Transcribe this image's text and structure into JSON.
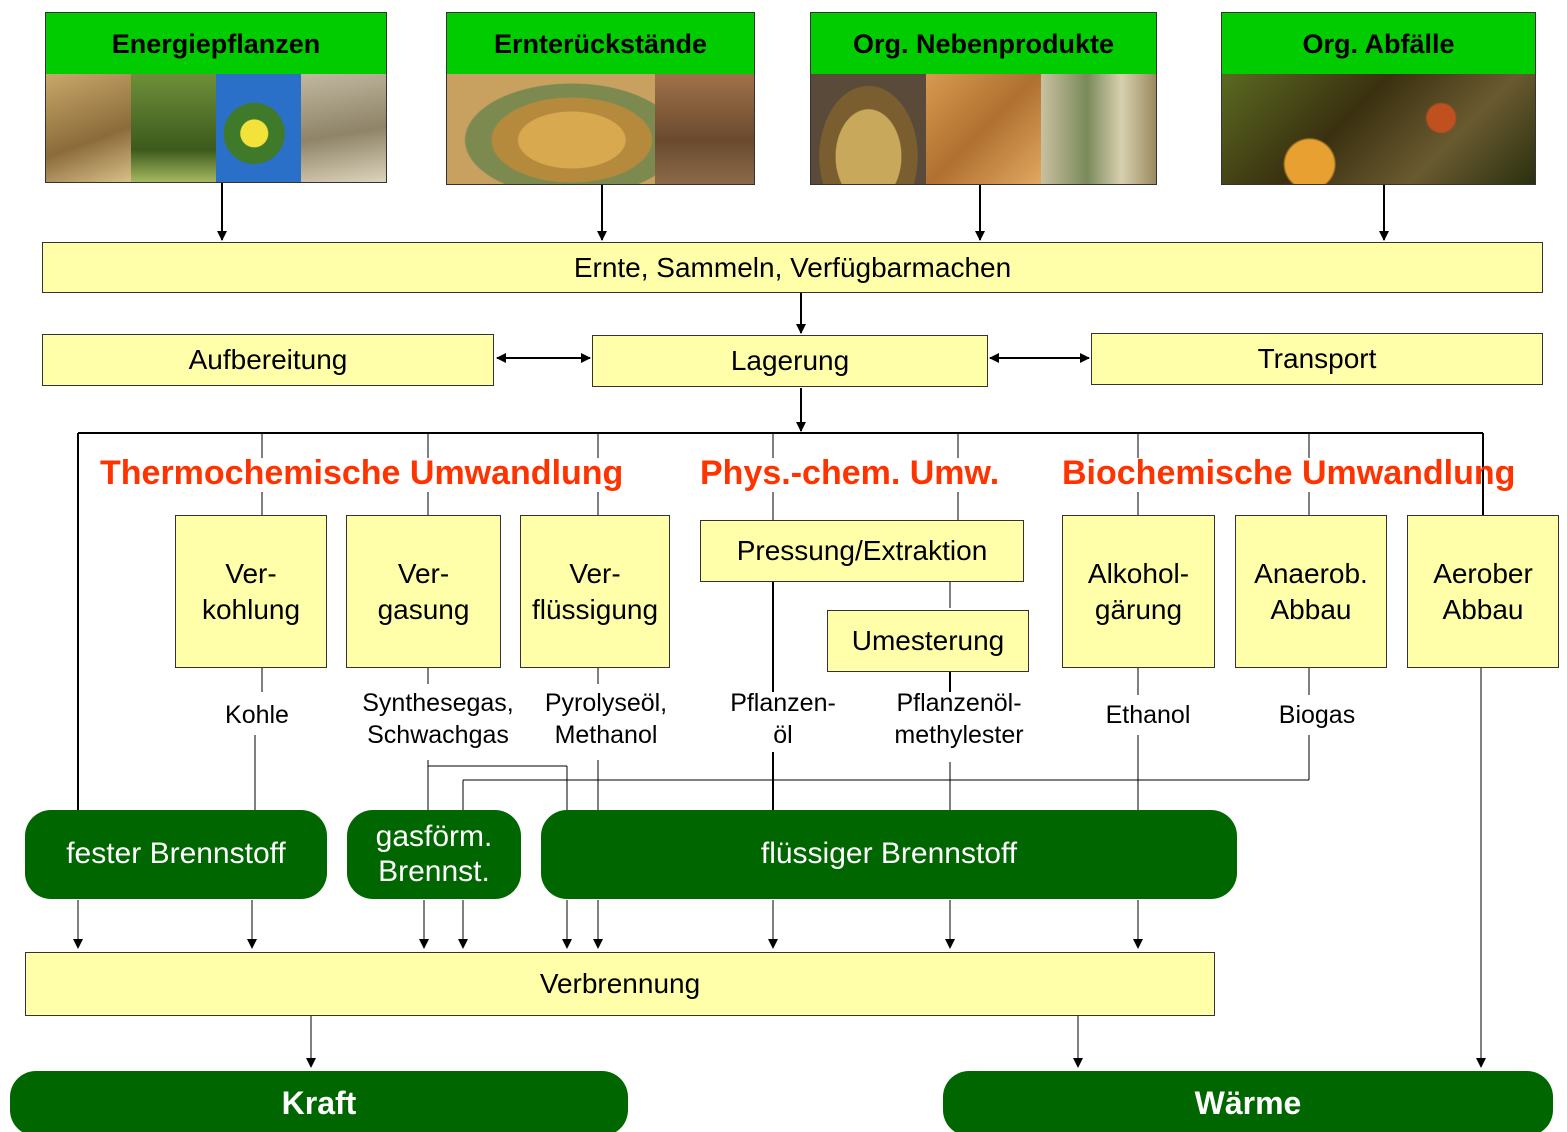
{
  "sources": [
    {
      "label": "Energiepflanzen",
      "photo_icon": "photo-wheat-maize-rapeseed-reed"
    },
    {
      "label": "Ernterückstände",
      "photo_icon": "photo-straw-bale-woodpile"
    },
    {
      "label": "Org. Nebenprodukte",
      "photo_icon": "photo-straw-chips-stalks"
    },
    {
      "label": "Org. Abfälle",
      "photo_icon": "photo-compost-waste"
    }
  ],
  "collection": "Ernte, Sammeln, Verfügbarmachen",
  "logistics": {
    "left": "Aufbereitung",
    "center": "Lagerung",
    "right": "Transport"
  },
  "categories": {
    "thermo": "Thermochemische Umwandlung",
    "phys": "Phys.-chem. Umw.",
    "bio": "Biochemische Umwandlung"
  },
  "processes": {
    "verkohlung": "Ver-\nkohlung",
    "vergasung": "Ver-\ngasung",
    "verfluessigung": "Ver-\nflüssigung",
    "pressung": "Pressung/Extraktion",
    "umesterung": "Umesterung",
    "alkohol": "Alkohol-\ngärung",
    "anaerob": "Anaerob.\nAbbau",
    "aerob": "Aerober\nAbbau"
  },
  "products": {
    "kohle": "Kohle",
    "synthesegas": "Synthesegas,\nSchwachgas",
    "pyrolyseoel": "Pyrolyseöl,\nMethanol",
    "pflanzenoel": "Pflanzen-\nöl",
    "pme": "Pflanzenöl-\nmethylester",
    "ethanol": "Ethanol",
    "biogas": "Biogas"
  },
  "fuels": {
    "solid": "fester Brennstoff",
    "gas": "gasförm.\nBrennst.",
    "liquid": "flüssiger Brennstoff"
  },
  "combustion": "Verbrennung",
  "outputs": {
    "power": "Kraft",
    "heat": "Wärme"
  },
  "colors": {
    "source_header": "#00cc00",
    "process_fill": "#ffffaa",
    "fuel_fill": "#006600",
    "category_text": "#ff3300"
  }
}
